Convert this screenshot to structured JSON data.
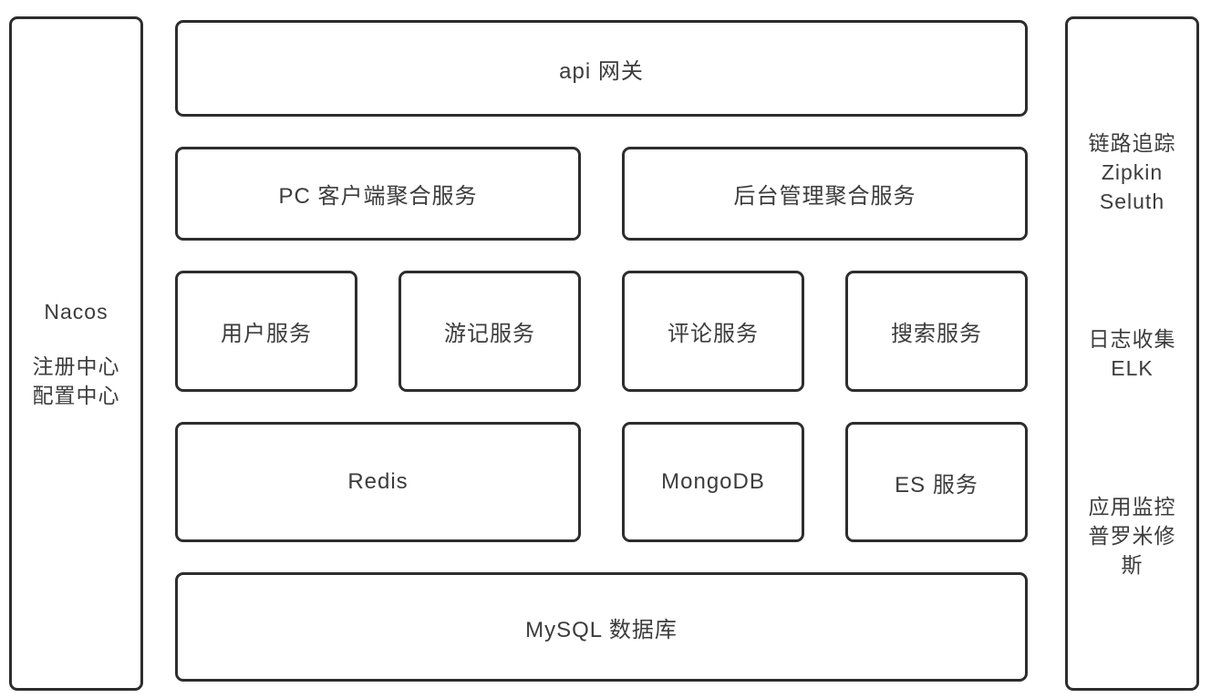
{
  "left_panel": {
    "title": "Nacos",
    "line1": "注册中心",
    "line2": "配置中心"
  },
  "main": {
    "gateway": "api 网关",
    "aggregation": {
      "pc": "PC 客户端聚合服务",
      "admin": "后台管理聚合服务"
    },
    "services": [
      "用户服务",
      "游记服务",
      "评论服务",
      "搜索服务"
    ],
    "storage": {
      "redis": "Redis",
      "mongodb": "MongoDB",
      "es": "ES 服务"
    },
    "database": "MySQL 数据库"
  },
  "right_panel": {
    "tracing": {
      "line1": "链路追踪",
      "line2": "Zipkin",
      "line3": "Seluth"
    },
    "logging": {
      "line1": "日志收集",
      "line2": "ELK"
    },
    "monitoring": {
      "line1": "应用监控",
      "line2": "普罗米修",
      "line3": "斯"
    }
  },
  "colors": {
    "border": "#2d2d2d",
    "text": "#3c3c3c",
    "background": "#ffffff"
  }
}
